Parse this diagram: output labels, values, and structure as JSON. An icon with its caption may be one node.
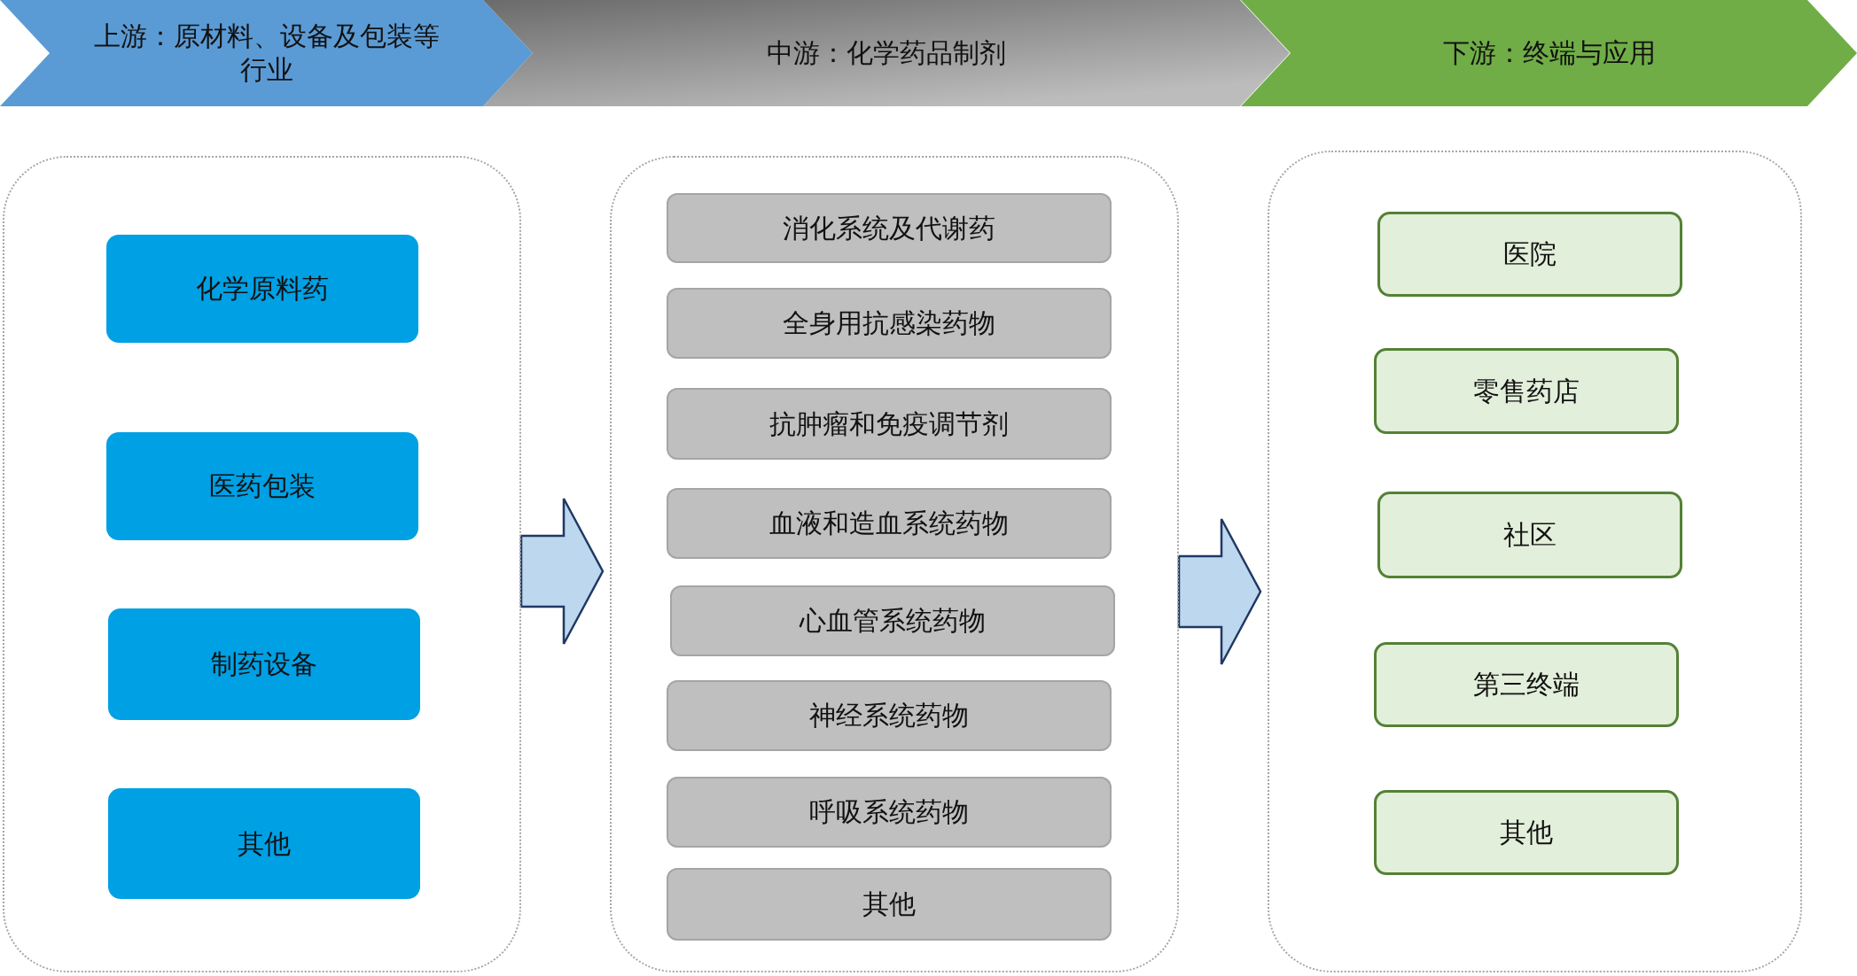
{
  "diagram": {
    "nodes": [
      {
        "text": [
          "上游：原材料、设备及包装等行业"
        ]
      },
      {
        "text": [
          "中游：化学药品制剂"
        ]
      },
      {
        "text": [
          "下游：终端与应用"
        ]
      },
      {
        "text": [],
        "shape": "box"
      },
      {
        "text": [
          "化学原料药"
        ],
        "in": 3
      },
      {
        "text": [
          "医药包装"
        ],
        "in": 3
      },
      {
        "text": [
          "制药设备"
        ],
        "in": 3
      },
      {
        "text": [
          "其他"
        ],
        "in": 3
      },
      {
        "text": [],
        "shape": "box"
      },
      {
        "text": [
          "消化系统及代谢药"
        ],
        "in": 8
      },
      {
        "text": [
          "全身用抗感染药物"
        ],
        "in": 8
      },
      {
        "text": [
          "抗肿瘤和免疫调节剂"
        ],
        "in": 8
      },
      {
        "text": [
          "血液和造血系统药物"
        ],
        "in": 8
      },
      {
        "text": [
          "心血管系统药物"
        ],
        "in": 8
      },
      {
        "text": [
          "神经系统药物"
        ],
        "in": 8
      },
      {
        "text": [
          "呼吸系统药物"
        ],
        "in": 8
      },
      {
        "text": [
          "其他"
        ],
        "in": 8
      },
      {
        "text": [],
        "shape": "box"
      },
      {
        "text": [
          "医院"
        ],
        "in": 17
      },
      {
        "text": [
          "零售药店"
        ],
        "in": 17
      },
      {
        "text": [
          "社区"
        ],
        "in": 17
      },
      {
        "text": [
          "第三终端"
        ],
        "in": 17
      },
      {
        "text": [
          "其他"
        ],
        "in": 17
      }
    ],
    "edges": [
      {
        "from": 3,
        "to": 8,
        "arrow": "to"
      },
      {
        "from": 8,
        "to": 17,
        "arrow": "to"
      }
    ]
  }
}
